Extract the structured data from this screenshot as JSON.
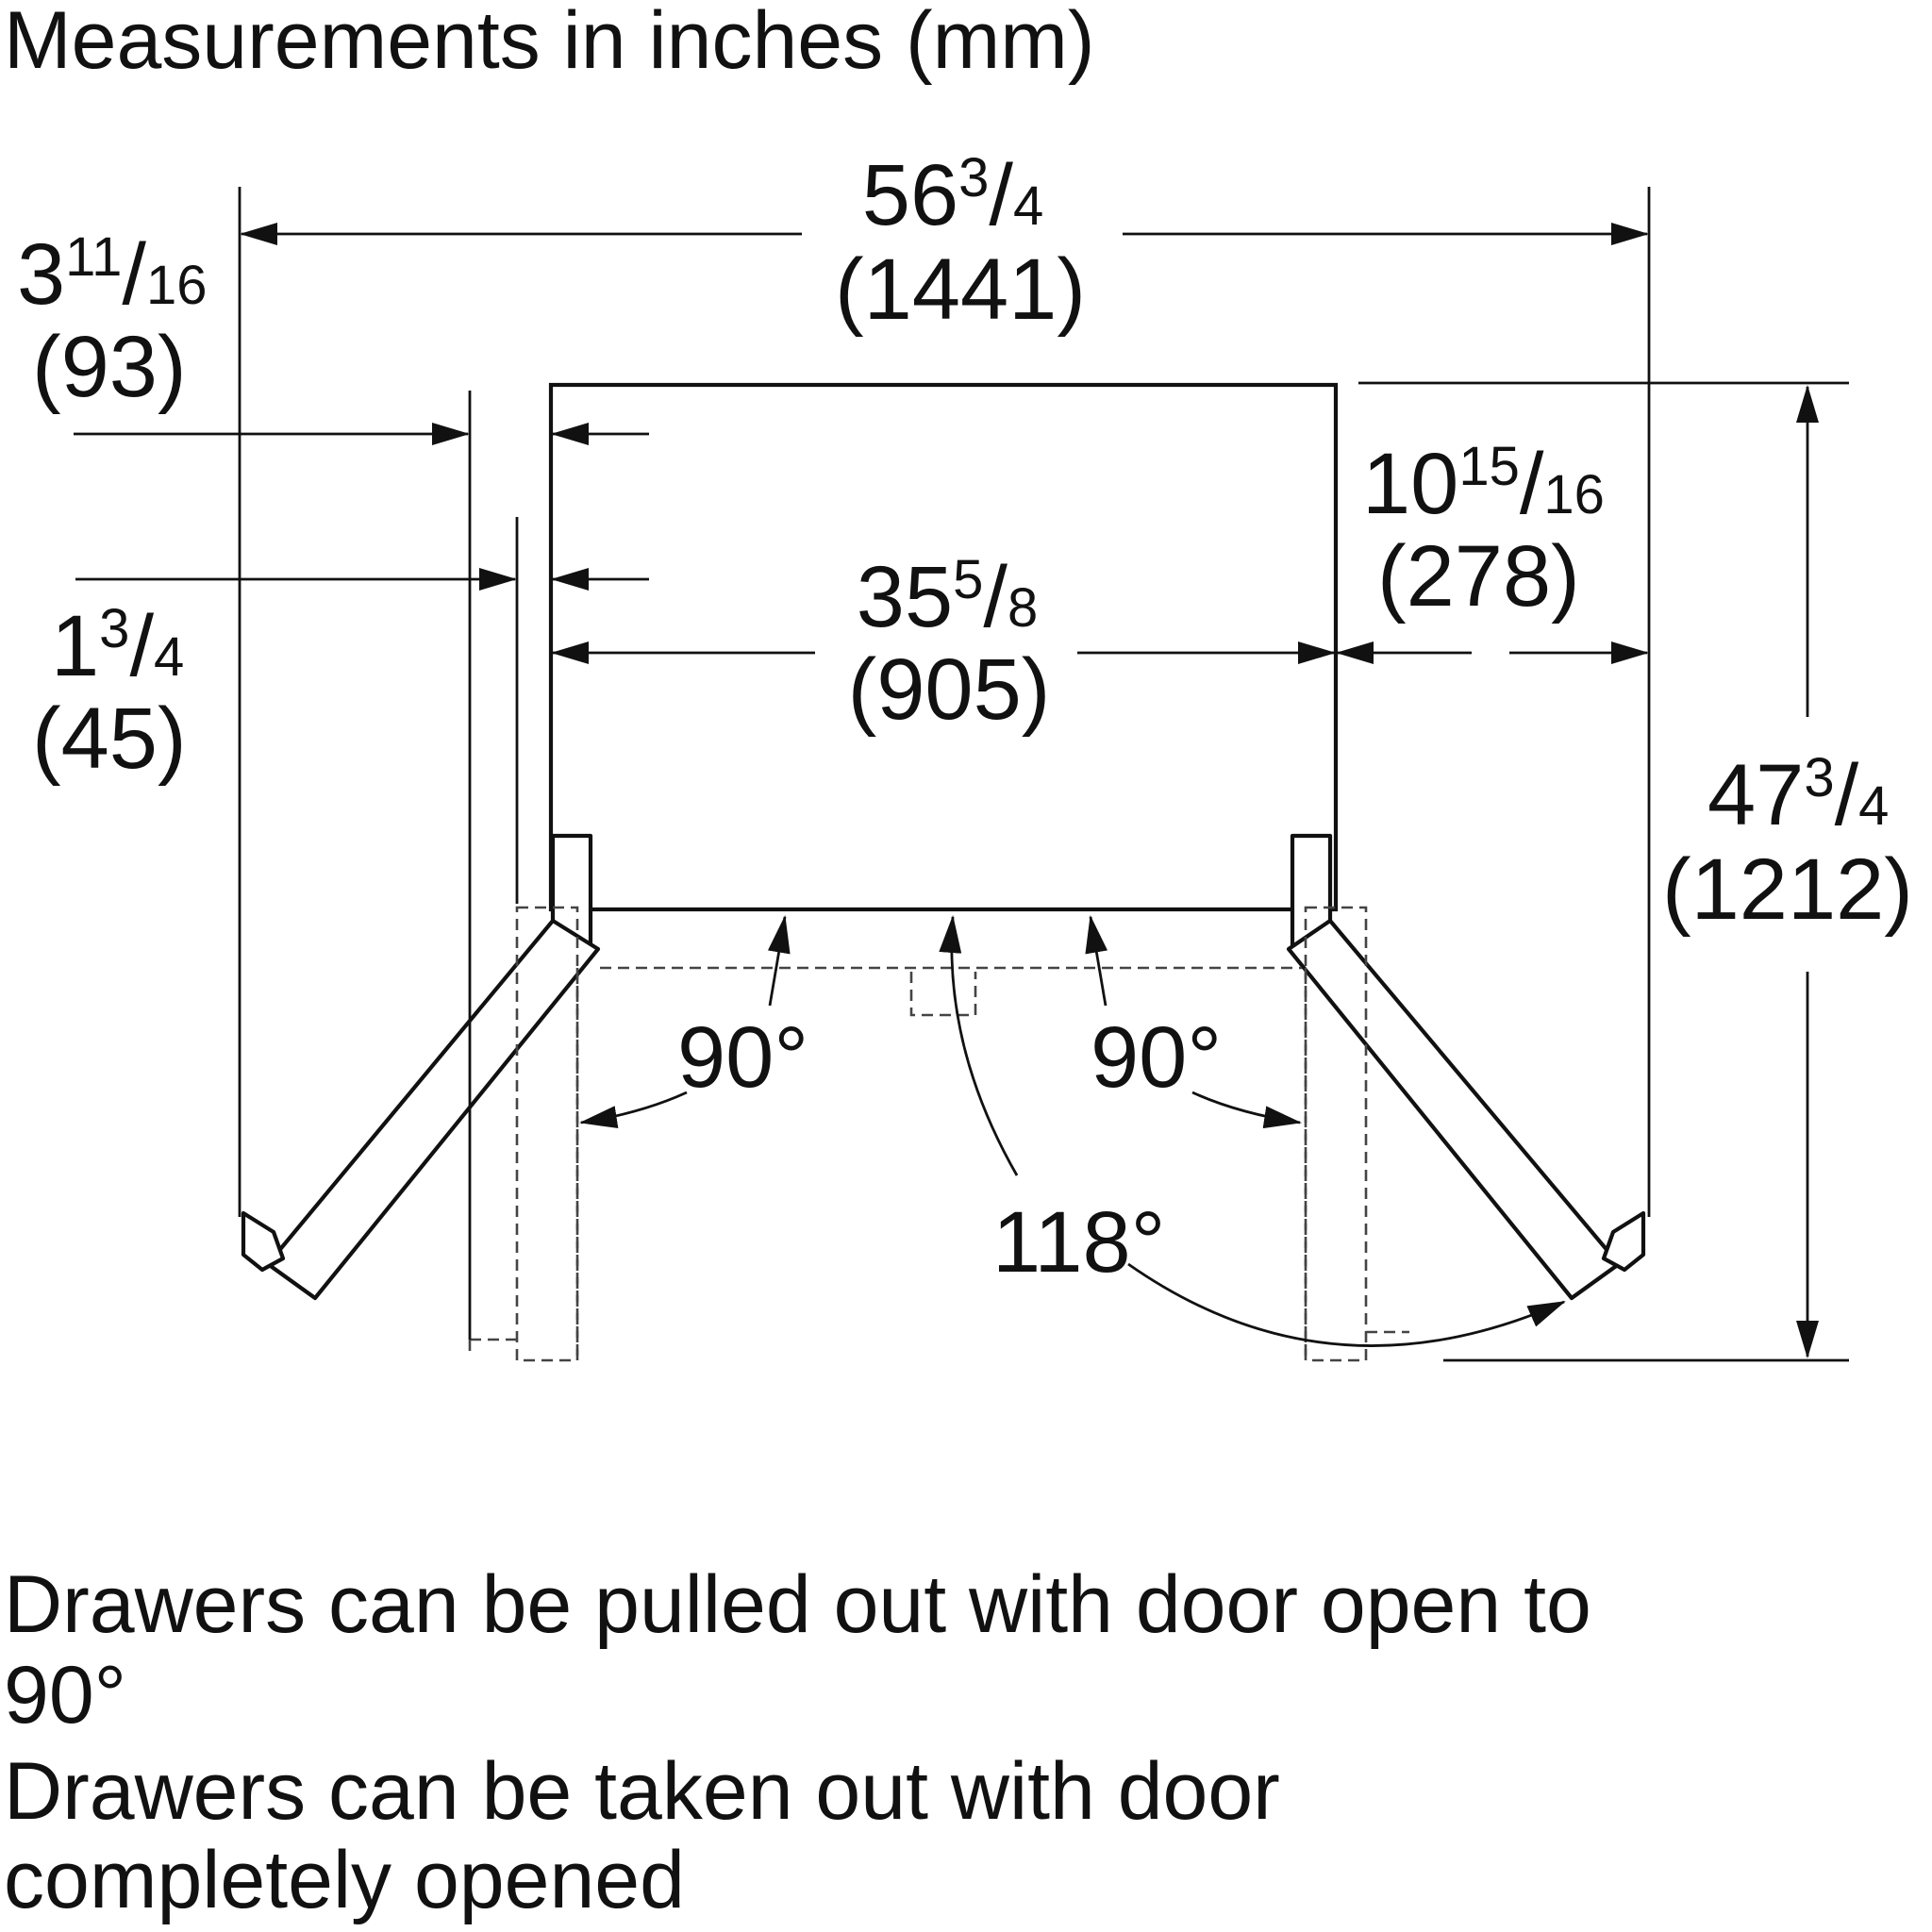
{
  "title": "Measurements in inches (mm)",
  "dimensions": {
    "overall_width": {
      "whole": "56",
      "num": "3",
      "den": "4",
      "mm": "(1441)"
    },
    "cabinet_width": {
      "whole": "35",
      "num": "5",
      "den": "8",
      "mm": "(905)"
    },
    "left_offset_outer": {
      "whole": "3",
      "num": "11",
      "den": "16",
      "mm": "(93)"
    },
    "left_offset_inner": {
      "whole": "1",
      "num": "3",
      "den": "4",
      "mm": "(45)"
    },
    "right_offset": {
      "whole": "10",
      "num": "15",
      "den": "16",
      "mm": "(278)"
    },
    "overall_depth": {
      "whole": "47",
      "num": "3",
      "den": "4",
      "mm": "(1212)"
    }
  },
  "angles": {
    "left": "90°",
    "right": "90°",
    "full": "118°"
  },
  "notes": {
    "line1": "Drawers can be pulled out with door open to",
    "line2": "90°",
    "line3": "Drawers can be taken out with door",
    "line4": "completely opened"
  }
}
